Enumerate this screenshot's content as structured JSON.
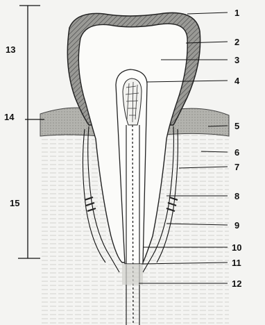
{
  "diagram": {
    "right_labels": [
      "1",
      "2",
      "3",
      "4",
      "5",
      "6",
      "7",
      "8",
      "9",
      "10",
      "11",
      "12"
    ],
    "left_labels": [
      "13",
      "14",
      "15"
    ],
    "colors": {
      "ink": "#111111",
      "paper": "#f4f4f2",
      "gum": "#b9b9b4",
      "bone_lines": "#cfcfcb",
      "enamel_hatch": "#777777"
    }
  }
}
